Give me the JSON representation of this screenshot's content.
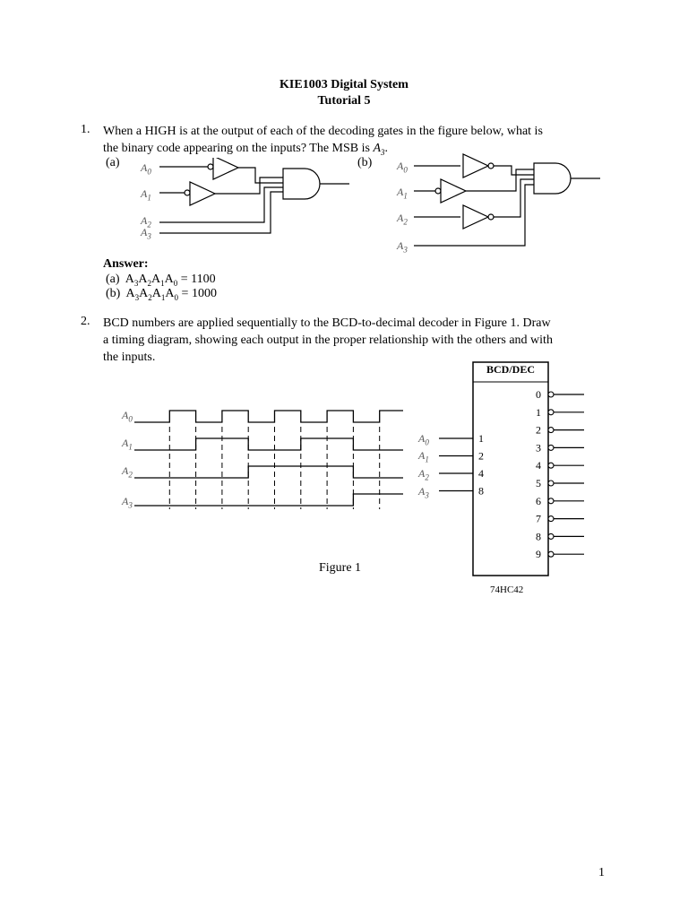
{
  "header": {
    "course": "KIE1003 Digital System",
    "tutorial": "Tutorial 5"
  },
  "q1": {
    "number": "1.",
    "text_line1": "When a HIGH is at the output of each of the decoding gates in the figure below, what is",
    "text_line2_prefix": "the binary code appearing on the inputs? The MSB is ",
    "msb_var": "A",
    "msb_sub": "3",
    "text_line2_suffix": ".",
    "label_a": "(a)",
    "label_b": "(b)",
    "input_labels": [
      "A",
      "A",
      "A",
      "A"
    ],
    "input_subs": [
      "0",
      "1",
      "2",
      "3"
    ],
    "answer_title": "Answer:",
    "answers": [
      {
        "label": "(a)",
        "expr": "A3A2A1A0 = 1100",
        "value": "1100"
      },
      {
        "label": "(b)",
        "expr": "A3A2A1A0 = 1000",
        "value": "1000"
      }
    ]
  },
  "q2": {
    "number": "2.",
    "line1": "BCD numbers are applied sequentially to the BCD-to-decimal decoder in Figure 1. Draw",
    "line2": "a timing diagram, showing each output in the proper relationship with the others and with",
    "line3": "the inputs.",
    "figure_caption": "Figure 1",
    "waveform_labels": [
      "A",
      "A",
      "A",
      "A"
    ],
    "waveform_subs": [
      "0",
      "1",
      "2",
      "3"
    ],
    "waveforms": {
      "A0": [
        0,
        1,
        0,
        1,
        0,
        1,
        0,
        1,
        0,
        1
      ],
      "A1": [
        0,
        0,
        1,
        1,
        0,
        0,
        1,
        1,
        0,
        0
      ],
      "A2": [
        0,
        0,
        0,
        0,
        1,
        1,
        1,
        1,
        0,
        0
      ],
      "A3": [
        0,
        0,
        0,
        0,
        0,
        0,
        0,
        0,
        1,
        1
      ]
    },
    "decoder": {
      "title": "BCD/DEC",
      "part": "74HC42",
      "input_weights": [
        "1",
        "2",
        "4",
        "8"
      ],
      "outputs": [
        "0",
        "1",
        "2",
        "3",
        "4",
        "5",
        "6",
        "7",
        "8",
        "9"
      ]
    }
  },
  "page_number": "1"
}
